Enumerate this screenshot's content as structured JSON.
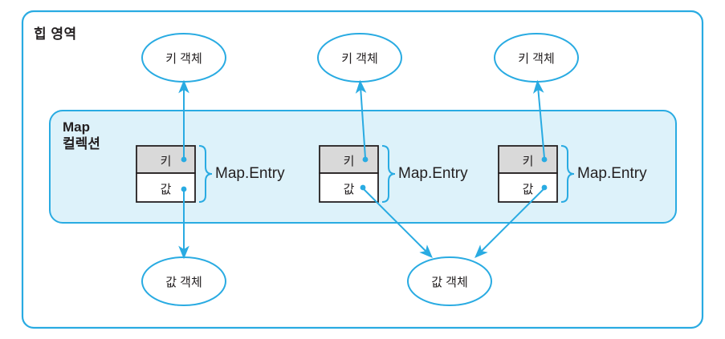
{
  "diagram": {
    "title": "힙 영역",
    "map_collection_label": "Map\n컬렉션",
    "colors": {
      "outline": "#29abe2",
      "map_box_fill": "#ddf2fa",
      "key_cell_fill": "#d9d9d9",
      "value_cell_fill": "#ffffff",
      "cell_border": "#231f20",
      "arrow": "#29abe2",
      "text": "#231f20"
    },
    "key_objects": [
      {
        "label": "키 객체"
      },
      {
        "label": "키 객체"
      },
      {
        "label": "키 객체"
      }
    ],
    "entries": [
      {
        "key_label": "키",
        "value_label": "값",
        "brace_label": "Map.Entry"
      },
      {
        "key_label": "키",
        "value_label": "값",
        "brace_label": "Map.Entry"
      },
      {
        "key_label": "키",
        "value_label": "값",
        "brace_label": "Map.Entry"
      }
    ],
    "value_objects": [
      {
        "label": "값 객체"
      },
      {
        "label": "값 객체"
      }
    ]
  }
}
